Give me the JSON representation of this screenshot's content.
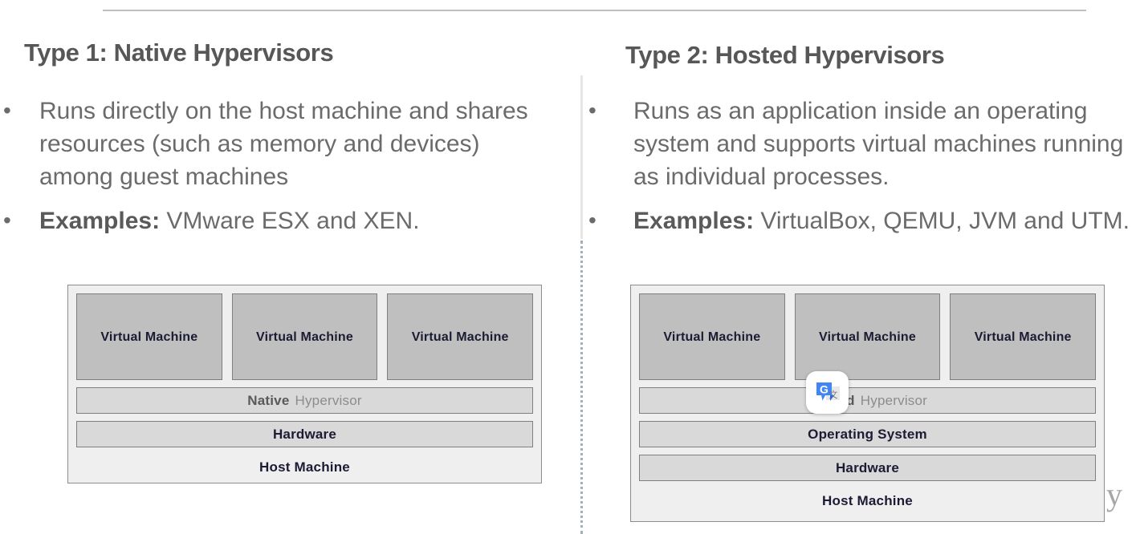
{
  "slide": {
    "columns": [
      {
        "heading": "Type 1: Native Hypervisors",
        "bullets": [
          {
            "marker": "•",
            "segments": [
              {
                "text": "Runs directly on the host machine and shares resources (such as memory and devices) among guest machines",
                "bold": false
              }
            ]
          },
          {
            "marker": "•",
            "segments": [
              {
                "text": "Examples:",
                "bold": true
              },
              {
                "text": " VMware ESX and XEN.",
                "bold": false
              }
            ]
          }
        ],
        "diagram": {
          "vms": [
            "Virtual Machine",
            "Virtual Machine",
            "Virtual Machine"
          ],
          "hypervisor_strong": "Native",
          "hypervisor_rest": "Hypervisor",
          "layers": [
            "Hardware"
          ],
          "host_machine": "Host Machine"
        }
      },
      {
        "heading": "Type 2: Hosted Hypervisors",
        "bullets": [
          {
            "marker": "•",
            "segments": [
              {
                "text": "Runs as an application inside an operating system and supports virtual machines running as individual processes.",
                "bold": false
              }
            ]
          },
          {
            "marker": "•",
            "segments": [
              {
                "text": "Examples:",
                "bold": true
              },
              {
                "text": " VirtualBox, QEMU, JVM and UTM.",
                "bold": false
              }
            ]
          }
        ],
        "diagram": {
          "vms": [
            "Virtual Machine",
            "Virtual Machine",
            "Virtual Machine"
          ],
          "hypervisor_strong": "Hosted",
          "hypervisor_rest": "Hypervisor",
          "layers": [
            "Operating System",
            "Hardware"
          ],
          "host_machine": "Host Machine"
        }
      }
    ],
    "overlay": {
      "translate_icon_name": "google-translate-icon"
    },
    "stray_glyph": "y",
    "colors": {
      "heading": "#575757",
      "body_text": "#6b6b6b",
      "vm_fill": "#bfbfbf",
      "layer_fill": "#d9d9d9",
      "diagram_fill": "#efefef",
      "diagram_border": "#8c8c8c",
      "translate_blue": "#4285f4"
    }
  }
}
